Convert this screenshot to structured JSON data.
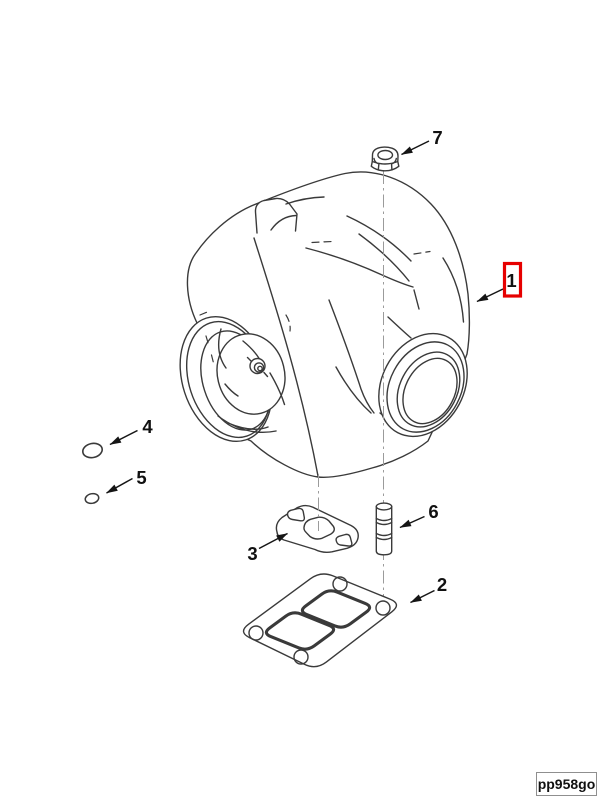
{
  "diagram": {
    "callouts": [
      {
        "label": "1",
        "highlighted": true
      },
      {
        "label": "2",
        "highlighted": false
      },
      {
        "label": "3",
        "highlighted": false
      },
      {
        "label": "4",
        "highlighted": false
      },
      {
        "label": "5",
        "highlighted": false
      },
      {
        "label": "6",
        "highlighted": false
      },
      {
        "label": "7",
        "highlighted": false
      }
    ]
  },
  "footer": {
    "part_code": "pp958go"
  },
  "colors": {
    "background": "#ffffff",
    "line_art": "#3a3a3a",
    "centerline": "#9b9b9b",
    "callout_text": "#111111",
    "highlight_box": "#e60000"
  }
}
